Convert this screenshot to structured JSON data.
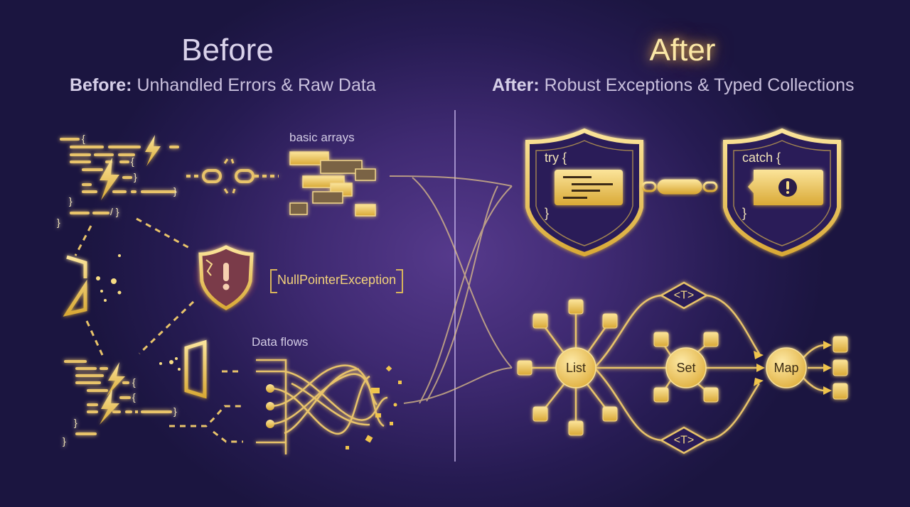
{
  "before": {
    "title": "Before",
    "subtitle_bold": "Before:",
    "subtitle_rest": " Unhandled Errors & Raw Data",
    "labels": {
      "basic_arrays": "basic arrays",
      "exception": "NullPointerException",
      "data_flows": "Data flows"
    },
    "icons": [
      "code-lines-icon",
      "lightning-icon",
      "broken-chain-icon",
      "array-blocks-icon",
      "broken-door-icon",
      "cracked-shield-warning-icon",
      "tangled-wires-icon"
    ]
  },
  "after": {
    "title": "After",
    "subtitle_bold": "After:",
    "subtitle_rest": " Robust Exceptions & Typed Collections",
    "try_block": {
      "open": "try {",
      "close": "}"
    },
    "catch_block": {
      "open": "catch {",
      "close": "}"
    },
    "collections": {
      "list": "List",
      "set": "Set",
      "map": "Map",
      "generic_top": "<T>",
      "generic_bottom": "<T>"
    },
    "icons": [
      "shield-icon",
      "chain-link-icon",
      "exclamation-icon",
      "collection-node-icon",
      "arrow-icon"
    ]
  },
  "colors": {
    "gold": "#f0c44c",
    "gold_light": "#f7dc84",
    "gold_dark": "#8a6a3a",
    "error_red": "#d8404a",
    "bg_center": "#563a8c",
    "bg_edge": "#1b1540",
    "divider": "#c9b8ee"
  }
}
